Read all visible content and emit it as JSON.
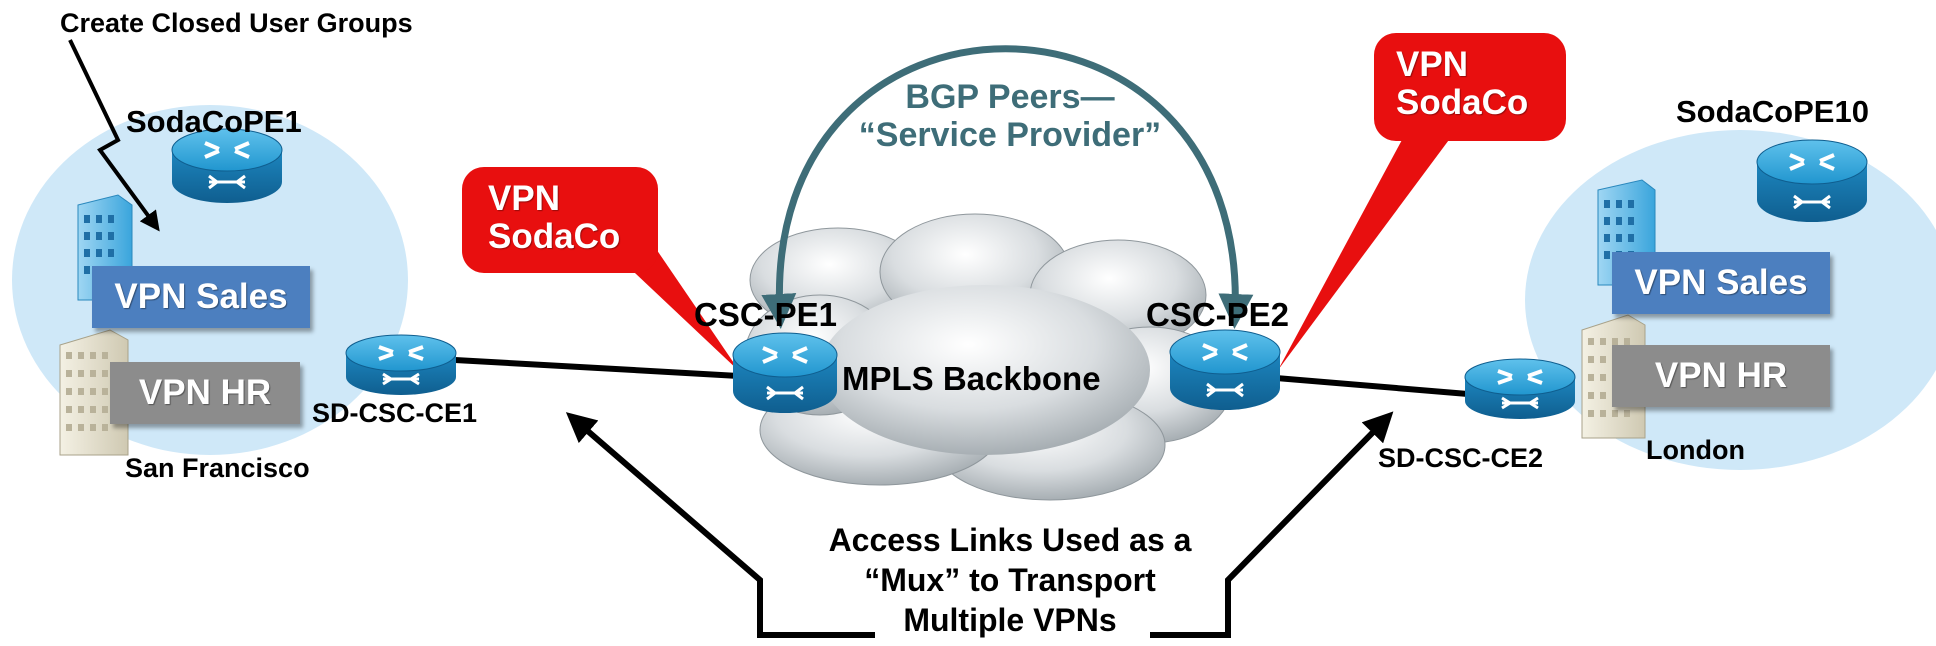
{
  "top_annotation": "Create Closed User Groups",
  "bgp_label": {
    "line1": "BGP Peers—",
    "line2": "“Service Provider”"
  },
  "backbone_label": "MPLS Backbone",
  "left_site": {
    "pe_label": "SodaCoPE1",
    "vpn_sales": "VPN Sales",
    "vpn_hr": "VPN HR",
    "city": "San Francisco",
    "ce_label": "SD-CSC-CE1"
  },
  "right_site": {
    "pe_label": "SodaCoPE10",
    "vpn_sales": "VPN Sales",
    "vpn_hr": "VPN HR",
    "city": "London",
    "ce_label": "SD-CSC-CE2"
  },
  "csc_pe1_label": "CSC-PE1",
  "csc_pe2_label": "CSC-PE2",
  "left_callout": {
    "line1": "VPN",
    "line2": "SodaCo"
  },
  "right_callout": {
    "line1": "VPN",
    "line2": "SodaCo"
  },
  "access_links_note": {
    "line1": "Access Links Used as a",
    "line2": "“Mux” to Transport",
    "line3": "Multiple VPNs"
  },
  "colors": {
    "router_blue": "#1f8cc6",
    "site_bubble": "#cfe8f8",
    "vpn_sales": "#4c7fbf",
    "vpn_hr": "#8c8c8c",
    "callout_red": "#e80f0f",
    "bgp_teal": "#3e6d78"
  }
}
